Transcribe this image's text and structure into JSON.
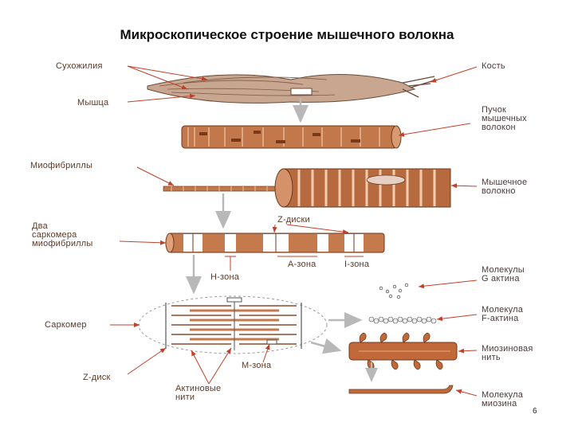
{
  "title": "Микроскопическое строение мышечного волокна",
  "labels": {
    "tendons": "Сухожилия",
    "muscle": "Мышца",
    "bone": "Кость",
    "fiber_bundle": "Пучок\nмышечных\nволокон",
    "myofibrils": "Миофибриллы",
    "muscle_fiber": "Мышечное\nволокно",
    "two_sarcomeres": "Два\nсаркомера\nмиофибриллы",
    "z_discs": "Z-диски",
    "a_zone": "А-зона",
    "i_zone": "I-зона",
    "h_zone": "Н-зона",
    "g_actin": "Молекулы\nG актина",
    "f_actin": "Молекула\nF-актина",
    "sarcomere": "Саркомер",
    "myosin_filament": "Миозиновая\nнить",
    "z_disc": "Z-диск",
    "m_zone": "М-зона",
    "actin_filaments": "Актиновые\nнити",
    "myosin_molecule": "Молекула\nмиозина"
  },
  "page_number": "6",
  "colors": {
    "label_line": "#c0412a",
    "muscle": "#a8652f",
    "stripe": "#e8a878",
    "arrow": "#b0b0b0"
  }
}
